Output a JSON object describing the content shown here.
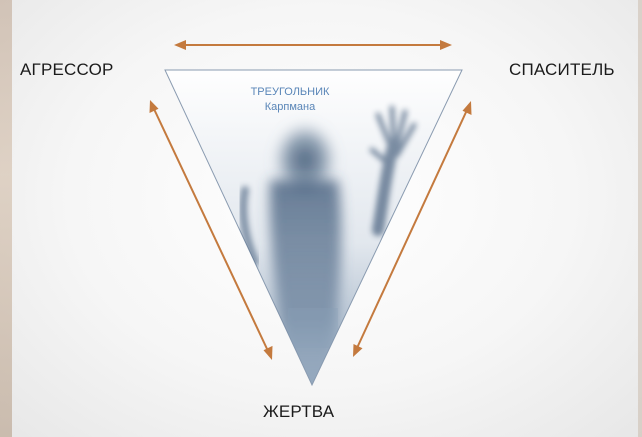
{
  "labels": {
    "aggressor": "АГРЕССОР",
    "savior": "СПАСИТЕЛЬ",
    "victim": "ЖЕРТВА"
  },
  "triangle_title": {
    "line1": "ТРЕУГОЛЬНИК",
    "line2": "Карпмана"
  },
  "colors": {
    "arrow": "#c47a3e",
    "triangle_edge": "#8a9bb0",
    "title": "#5a86b8",
    "figure": "#2f4a68"
  }
}
